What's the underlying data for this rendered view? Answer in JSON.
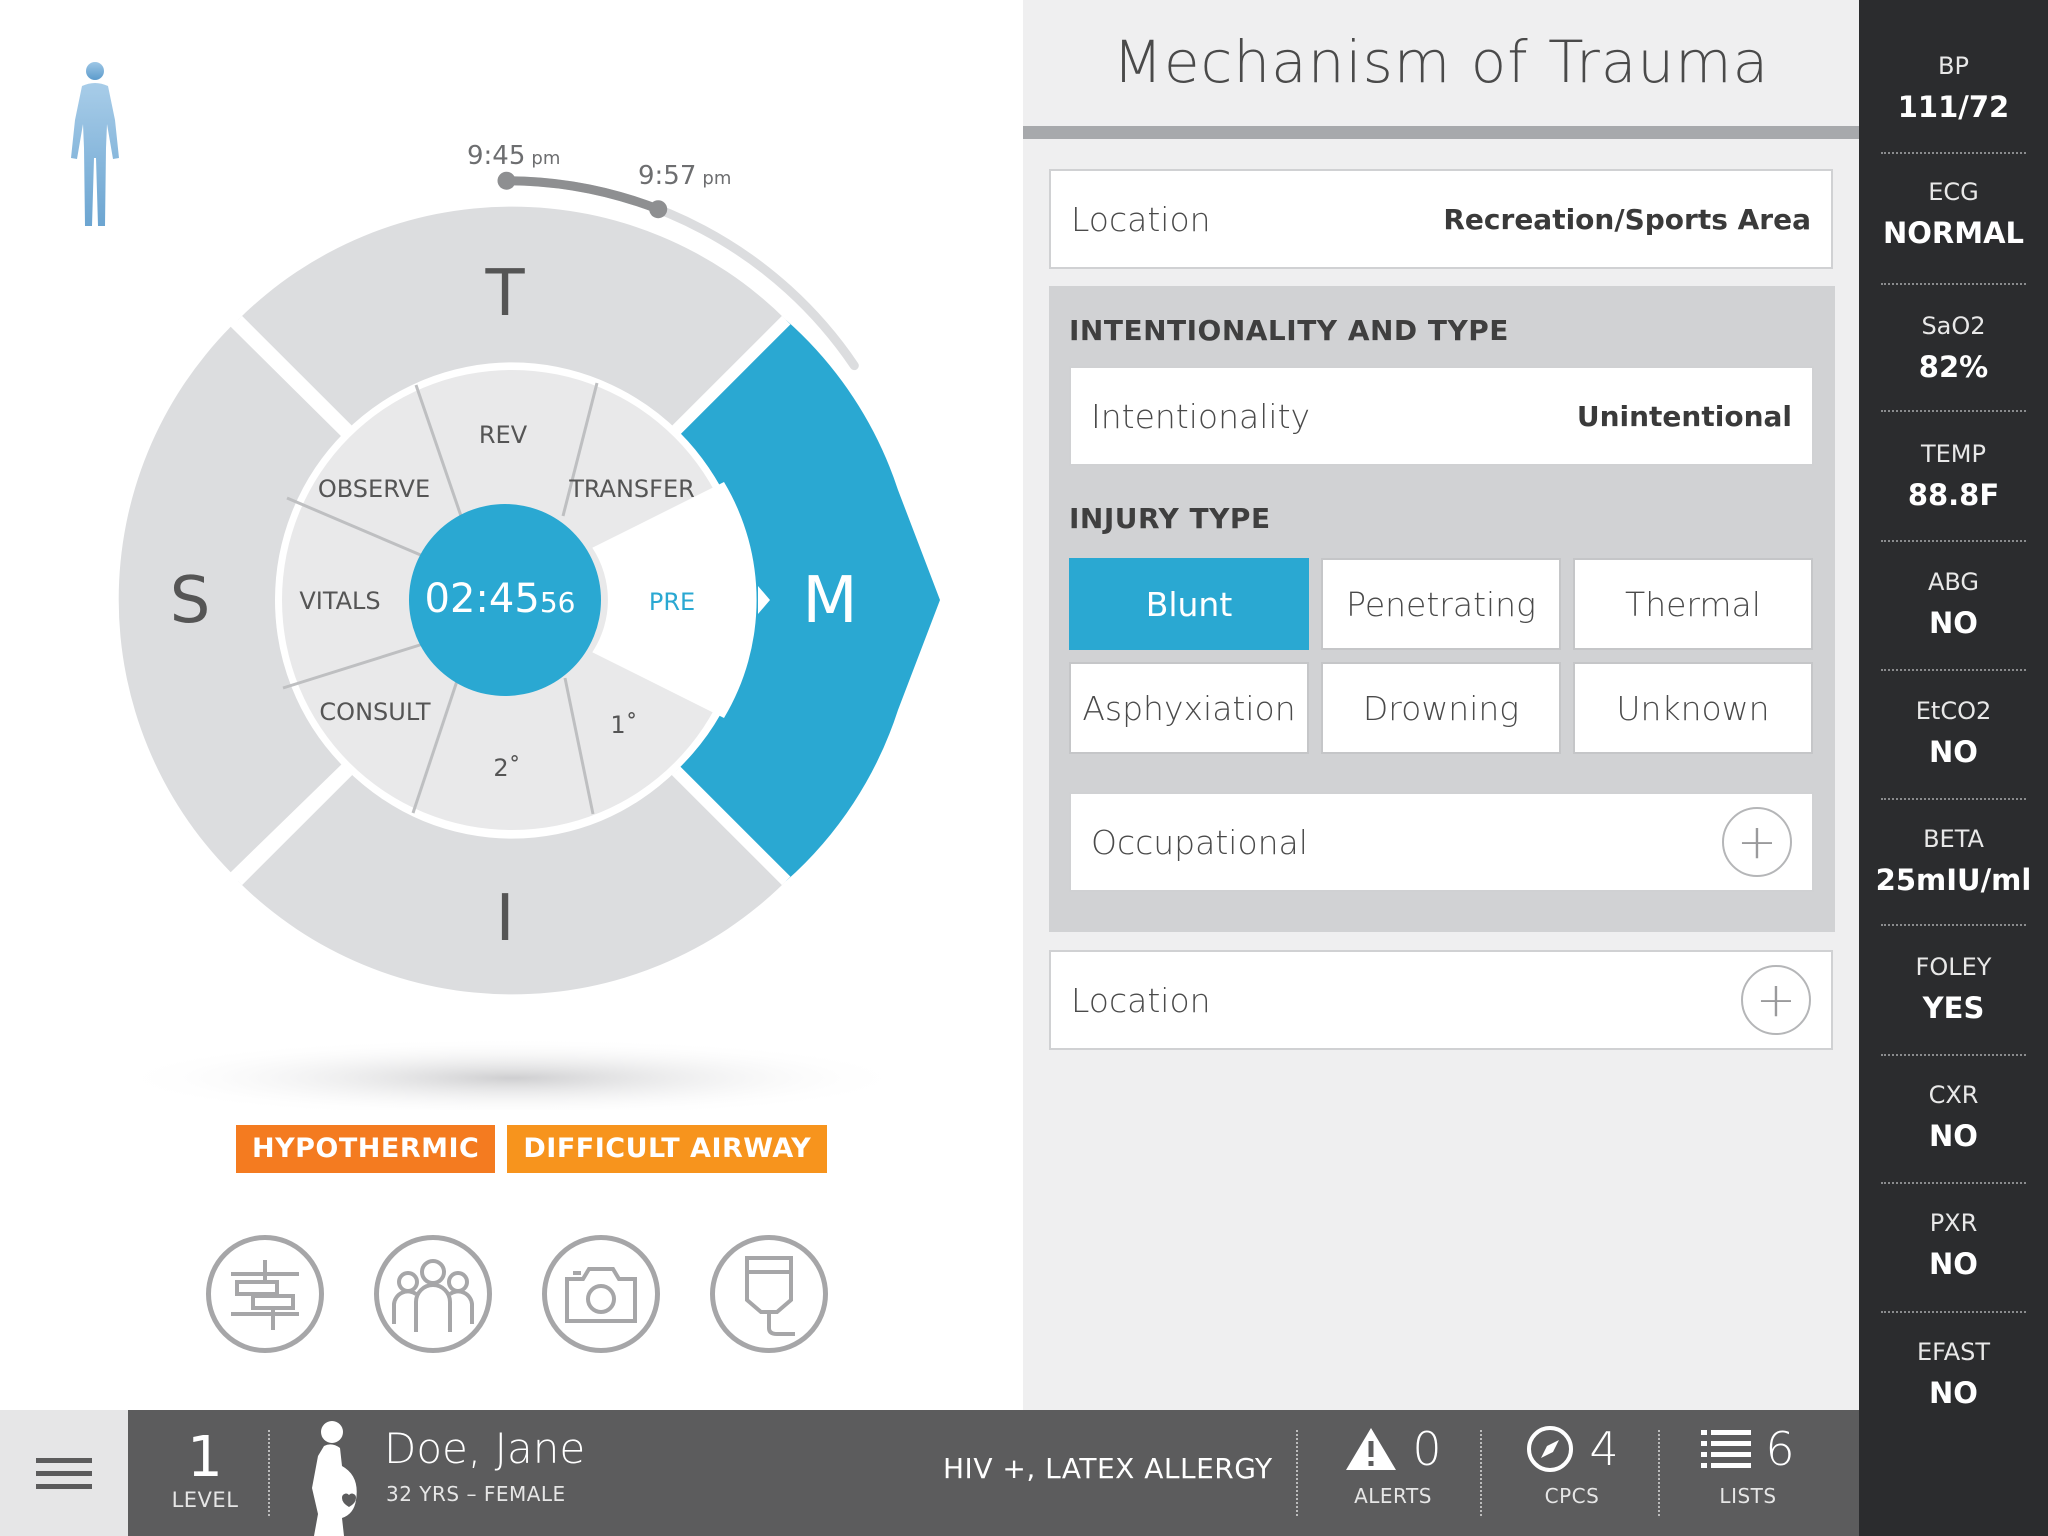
{
  "wheel": {
    "time_start": "9:45",
    "time_start_suffix": "pm",
    "time_end": "9:57",
    "time_end_suffix": "pm",
    "sections": {
      "top": "T",
      "left": "S",
      "bottom": "I",
      "right": "M"
    },
    "inner_items": {
      "rev": "REV",
      "observe": "OBSERVE",
      "transfer": "TRANSFER",
      "vitals": "VITALS",
      "pre": "PRE",
      "consult": "CONSULT",
      "primary": "1˚",
      "secondary": "2˚"
    },
    "timer_main": "02:45",
    "timer_sub": "56"
  },
  "alerts_badges": [
    "HYPOTHERMIC",
    "DIFFICULT AIRWAY"
  ],
  "tools": [
    {
      "icon": "flowchart-icon"
    },
    {
      "icon": "team-icon"
    },
    {
      "icon": "camera-icon"
    },
    {
      "icon": "iv-bag-icon"
    }
  ],
  "panel": {
    "title": "Mechanism of Trauma",
    "location_top": {
      "label": "Location",
      "value": "Recreation/Sports Area"
    },
    "intentionality_heading": "INTENTIONALITY AND TYPE",
    "intentionality": {
      "label": "Intentionality",
      "value": "Unintentional"
    },
    "injury_type_heading": "INJURY TYPE",
    "injury_types": [
      "Blunt",
      "Penetrating",
      "Thermal",
      "Asphyxiation",
      "Drowning",
      "Unknown"
    ],
    "injury_selected": "Blunt",
    "occupational": {
      "label": "Occupational",
      "action": "+"
    },
    "location_bottom": {
      "label": "Location",
      "action": "+"
    }
  },
  "vitals": [
    {
      "label": "BP",
      "value": "111/72"
    },
    {
      "label": "ECG",
      "value": "NORMAL"
    },
    {
      "label": "SaO2",
      "value": "82%"
    },
    {
      "label": "TEMP",
      "value": "88.8F"
    },
    {
      "label": "ABG",
      "value": "NO"
    },
    {
      "label": "EtCO2",
      "value": "NO"
    },
    {
      "label": "BETA",
      "value": "25mIU/ml"
    },
    {
      "label": "FOLEY",
      "value": "YES"
    },
    {
      "label": "CXR",
      "value": "NO"
    },
    {
      "label": "PXR",
      "value": "NO"
    },
    {
      "label": "EFAST",
      "value": "NO"
    }
  ],
  "bottom": {
    "level_num": "1",
    "level_label": "LEVEL",
    "patient_name": "Doe, Jane",
    "patient_sub": "32 YRS – FEMALE",
    "allergies": "HIV +, LATEX ALLERGY",
    "alerts_count": "0",
    "alerts_label": "ALERTS",
    "cpcs_count": "4",
    "cpcs_label": "CPCS",
    "lists_count": "6",
    "lists_label": "LISTS"
  },
  "colors": {
    "accent": "#2aa8d2",
    "segment": "#dcdddf",
    "inner_ring": "#e9e9ea",
    "orange_dark": "#f47b20",
    "orange": "#f7941d",
    "vitals_bg": "#2b2c2e",
    "bottom_bg": "#5c5c5d"
  }
}
